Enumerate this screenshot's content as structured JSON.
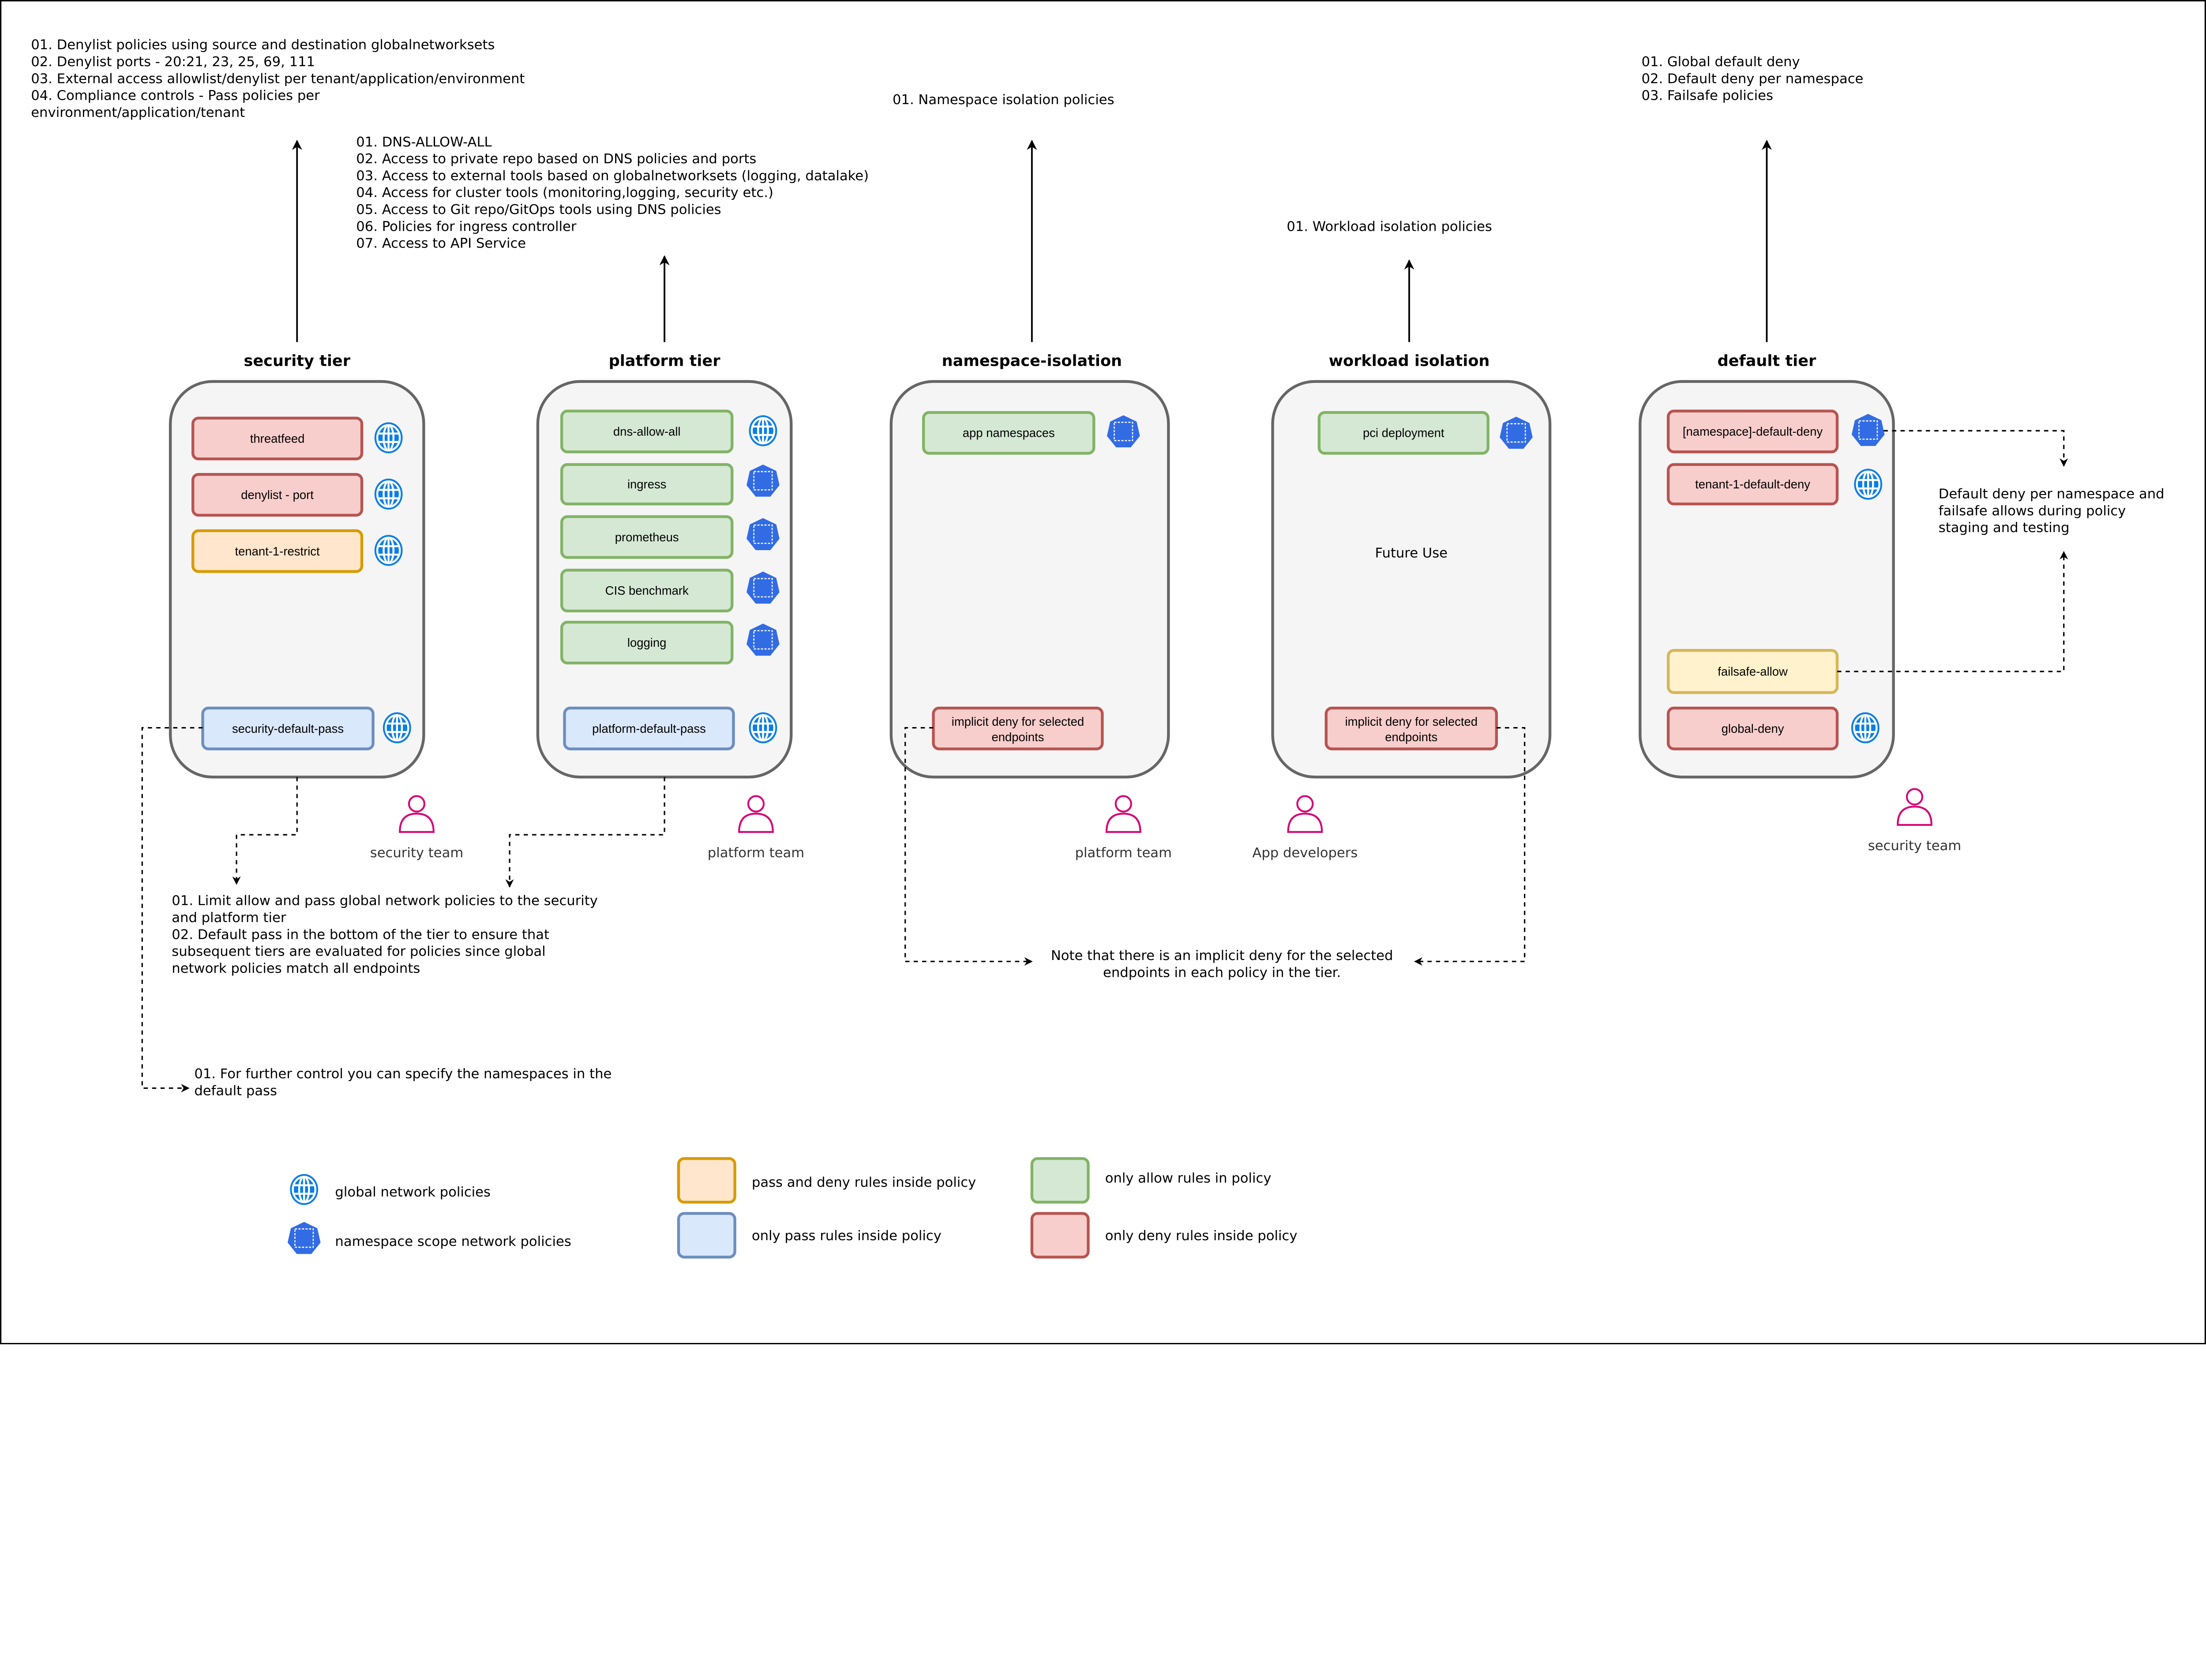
{
  "colors": {
    "deny": {
      "fill": "#f8cecc",
      "stroke": "#b85450"
    },
    "allow": {
      "fill": "#d5e8d4",
      "stroke": "#82b366"
    },
    "pass": {
      "fill": "#dae8fc",
      "stroke": "#6c8ebf"
    },
    "pass-deny": {
      "fill": "#ffe6cc",
      "stroke": "#d79b00"
    },
    "failsafe": {
      "fill": "#fff2cc",
      "stroke": "#d6b656"
    },
    "tier_fill": "#f5f5f5",
    "tier_stroke": "#666666",
    "global_icon": "#0a7ee6",
    "namespace_icon": "#326ce5",
    "person_icon": "#d80073"
  },
  "tiers": [
    {
      "title": "security tier",
      "team": "security team",
      "notes": [
        "01. Denylist policies using source and destination globalnetworksets",
        "02. Denylist ports - 20:21, 23, 25, 69, 111",
        "03. External access allowlist/denylist per tenant/application/environment",
        "04. Compliance controls - Pass policies per",
        "environment/application/tenant"
      ],
      "policies": [
        {
          "label": "threatfeed",
          "type": "deny",
          "scope": "global-icon"
        },
        {
          "label": "denylist - port",
          "type": "deny",
          "scope": "global-icon"
        },
        {
          "label": "tenant-1-restrict",
          "type": "pass-deny",
          "scope": "global-icon"
        },
        {
          "label": "security-default-pass",
          "type": "pass",
          "scope": "global-icon"
        }
      ]
    },
    {
      "title": "platform tier",
      "team": "platform team",
      "notes": [
        "01. DNS-ALLOW-ALL",
        "02. Access to private repo based on DNS policies and ports",
        "03. Access to external tools based on globalnetworksets (logging, datalake)",
        "04. Access for cluster tools (monitoring,logging, security etc.)",
        "05. Access to Git repo/GitOps tools using DNS policies",
        "06. Policies for ingress controller",
        "07. Access to API Service"
      ],
      "policies": [
        {
          "label": "dns-allow-all",
          "type": "allow",
          "scope": "global-icon"
        },
        {
          "label": "ingress",
          "type": "allow",
          "scope": "namespace-icon"
        },
        {
          "label": "prometheus",
          "type": "allow",
          "scope": "namespace-icon"
        },
        {
          "label": "CIS benchmark",
          "type": "allow",
          "scope": "namespace-icon"
        },
        {
          "label": "logging",
          "type": "allow",
          "scope": "namespace-icon"
        },
        {
          "label": "platform-default-pass",
          "type": "pass",
          "scope": "global-icon"
        }
      ]
    },
    {
      "title": "namespace-isolation",
      "team": "platform team",
      "notes": [
        "01. Namespace isolation policies"
      ],
      "policies": [
        {
          "label": "app namespaces",
          "type": "allow",
          "scope": "namespace-icon"
        },
        {
          "label": "implicit deny for selected|endpoints",
          "type": "deny",
          "scope": ""
        }
      ]
    },
    {
      "title": "workload isolation",
      "team": "App developers",
      "notes": [
        "01. Workload isolation policies"
      ],
      "center_text": "Future Use",
      "policies": [
        {
          "label": "pci deployment",
          "type": "allow",
          "scope": "namespace-icon"
        },
        {
          "label": "implicit deny for selected|endpoints",
          "type": "deny",
          "scope": ""
        }
      ]
    },
    {
      "title": "default tier",
      "team": "security team",
      "notes": [
        "01. Global default deny",
        "02. Default deny per namespace",
        "03. Failsafe policies"
      ],
      "policies": [
        {
          "label": "[namespace]-default-deny",
          "type": "deny",
          "scope": "namespace-icon"
        },
        {
          "label": "tenant-1-default-deny",
          "type": "deny",
          "scope": "global-icon"
        },
        {
          "label": "failsafe-allow",
          "type": "failsafe",
          "scope": ""
        },
        {
          "label": "global-deny",
          "type": "deny",
          "scope": "global-icon"
        }
      ]
    }
  ],
  "annotations": {
    "tier_pass": [
      "01. Limit allow and pass global network policies to the security",
      "and platform tier",
      "02. Default pass in the bottom of the tier to ensure that",
      "subsequent tiers are evaluated for policies since global",
      "network policies match all endpoints"
    ],
    "default_pass": [
      "01. For further control you can specify the namespaces in the",
      "default pass"
    ],
    "implicit_deny": [
      "Note that there is an implicit deny for the selected",
      "endpoints in each policy in the tier."
    ],
    "failsafe": [
      "Default deny per namespace and",
      "failsafe allows during policy",
      "staging and testing"
    ]
  },
  "legend": {
    "global": "global network policies",
    "namespace": "namespace scope network policies",
    "pass_deny": "pass and deny rules inside policy",
    "pass": "only pass rules inside policy",
    "allow": "only allow rules in policy",
    "deny": "only deny rules inside policy"
  }
}
